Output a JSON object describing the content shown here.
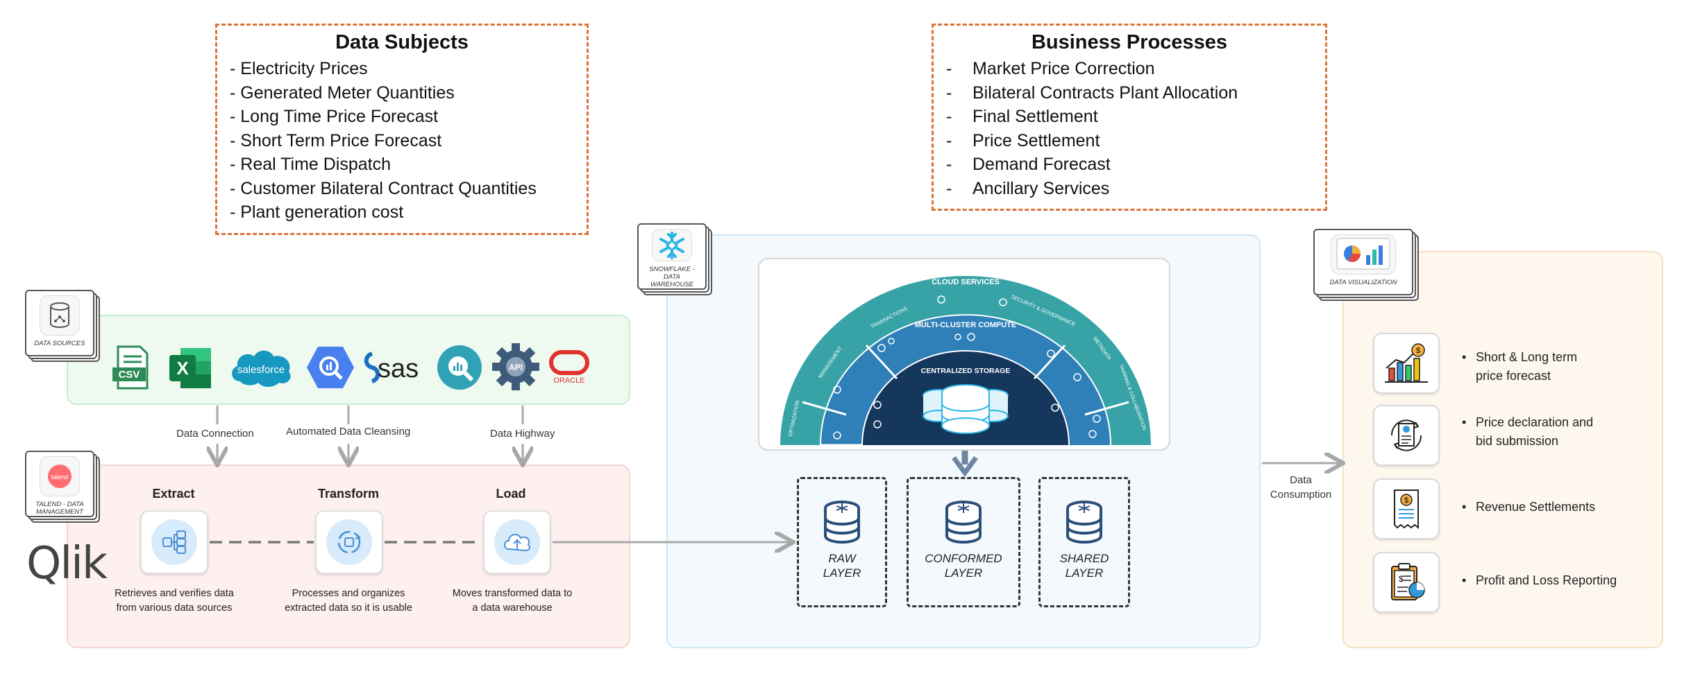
{
  "data_subjects": {
    "title": "Data Subjects",
    "items": [
      "- Electricity Prices",
      "- Generated Meter Quantities",
      "- Long Time Price Forecast",
      "- Short Term Price Forecast",
      "- Real Time Dispatch",
      "- Customer Bilateral Contract Quantities",
      "- Plant generation cost"
    ]
  },
  "business_processes": {
    "title": "Business Processes",
    "items": [
      "Market Price Correction",
      "Bilateral Contracts Plant Allocation",
      "Final Settlement",
      "Price Settlement",
      "Demand Forecast",
      "Ancillary Services"
    ]
  },
  "badges": {
    "data_sources": "DATA SOURCES",
    "talend": "TALEND - DATA MANAGEMENT",
    "snowflake": "SNOWFLAKE - DATA WAREHOUSE",
    "visualization": "DATA VISUALIZATION"
  },
  "sources": {
    "csv": "CSV",
    "salesforce": "salesforce",
    "sas": "sas",
    "api": "API",
    "oracle": "ORACLE"
  },
  "connectors": {
    "connection": "Data Connection",
    "cleansing": "Automated Data Cleansing",
    "highway": "Data Highway"
  },
  "etl": {
    "extract": {
      "title": "Extract",
      "desc1": "Retrieves and verifies data",
      "desc2": "from various data sources"
    },
    "transform": {
      "title": "Transform",
      "desc1": "Processes and organizes",
      "desc2": "extracted data so it is usable"
    },
    "load": {
      "title": "Load",
      "desc1": "Moves transformed data to",
      "desc2": "a data warehouse"
    }
  },
  "qlik": "Qlik",
  "snowflake_arch": {
    "cloud_services": "CLOUD SERVICES",
    "compute": "MULTI-CLUSTER COMPUTE",
    "storage": "CENTRALIZED STORAGE",
    "transactions": "TRANSACTIONS",
    "security": "SECURITY & GOVERNANCE",
    "management": "MANAGEMENT",
    "metadata": "METADATA",
    "optimization": "OPTIMIZATION",
    "sharing": "SHARING & COLLABORATION"
  },
  "layers": {
    "raw": [
      "RAW",
      "LAYER"
    ],
    "conformed": [
      "CONFORMED",
      "LAYER"
    ],
    "shared": [
      "SHARED",
      "LAYER"
    ]
  },
  "consumption": [
    "Data",
    "Consumption"
  ],
  "visualization": {
    "items": [
      [
        "Short & Long term",
        "price forecast"
      ],
      [
        "Price declaration and",
        "bid submission"
      ],
      [
        "Revenue Settlements"
      ],
      [
        "Profit and Loss Reporting"
      ]
    ]
  },
  "colors": {
    "accent_orange": "#d9733a",
    "snowflake_blue": "#29b5e8",
    "arrow_grey": "#a8a8a8"
  }
}
